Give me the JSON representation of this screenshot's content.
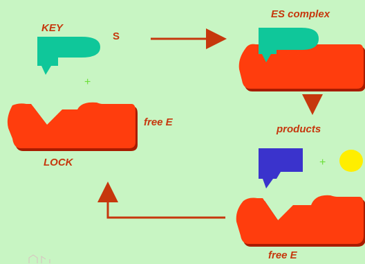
{
  "labels": {
    "key": "KEY",
    "substrate": "S",
    "es_complex": "ES complex",
    "free_e_left": "free  E",
    "lock": "LOCK",
    "products": "products",
    "free_e_bottom": "free  E",
    "plus_left": "+",
    "plus_right": "+"
  },
  "colors": {
    "background": "#c8f5c3",
    "enzyme": "#ff3d0a",
    "enzyme_shadow": "#a81f00",
    "substrate": "#0fc79a",
    "product_blue": "#3a33cc",
    "product_yellow": "#ffee00",
    "arrow": "#c6370d",
    "plus": "#6ddf3a"
  }
}
